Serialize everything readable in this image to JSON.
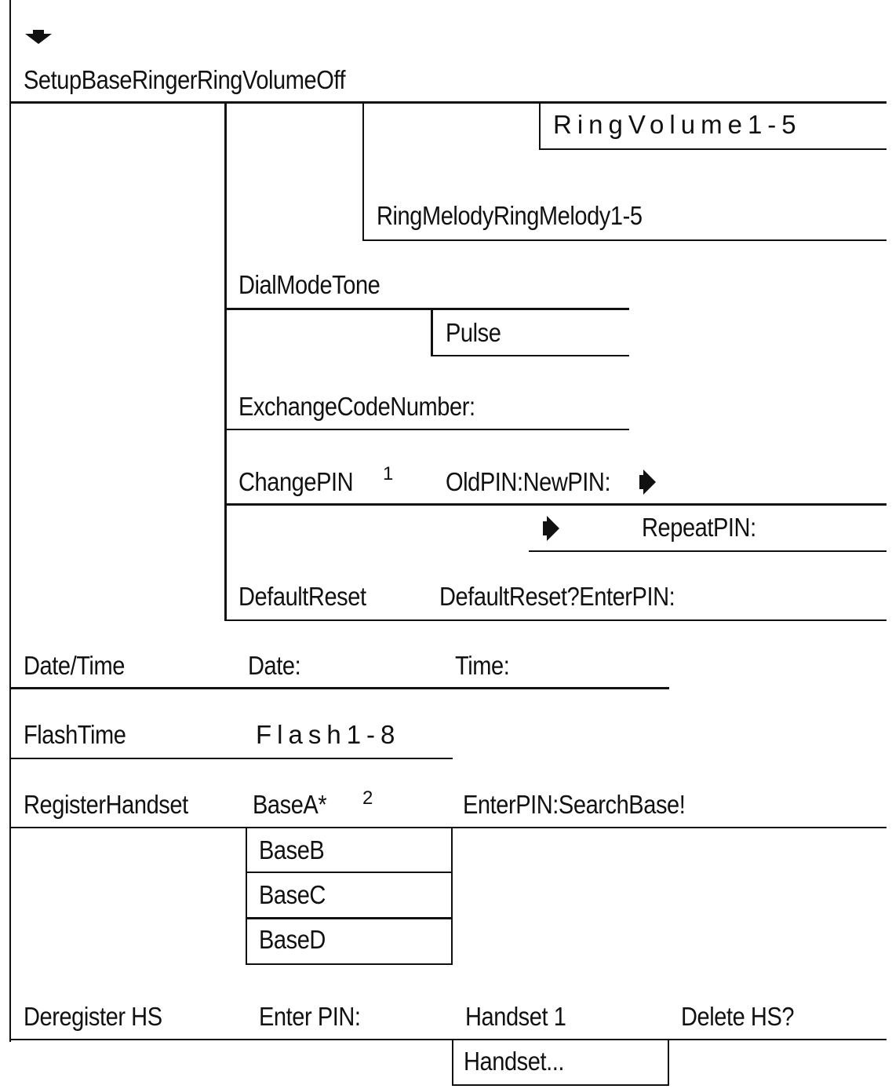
{
  "menu": {
    "setup": "SetupBaseRingerRingVolumeOff",
    "ring_volume": "RingVolume1-5",
    "ring_melody": "RingMelodyRingMelody1-5",
    "dial_mode": "DialModeTone",
    "pulse": "Pulse",
    "exchange_code": "ExchangeCodeNumber:",
    "change_pin": "ChangePIN",
    "change_pin_note": "1",
    "old_new_pin": "OldPIN:NewPIN:",
    "repeat_pin": "RepeatPIN:",
    "default_reset": "DefaultReset",
    "default_reset_prompt": "DefaultReset?EnterPIN:",
    "date_time": "Date/Time",
    "date": "Date:",
    "time": "Time:",
    "flash_time": "FlashTime",
    "flash_values": "Flash1-8",
    "register_handset": "RegisterHandset",
    "base_a": "BaseA*",
    "base_a_note": "2",
    "enter_pin_search": "EnterPIN:SearchBase!",
    "base_b": "BaseB",
    "base_c": "BaseC",
    "base_d": "BaseD",
    "deregister_hs": "Deregister HS",
    "enter_pin": "Enter PIN:",
    "handset_1": "Handset 1",
    "delete_hs": "Delete HS?",
    "handset_more": "Handset..."
  },
  "icons": {
    "top": "down-arrow-icon",
    "pin_continue_1": "right-arrow-icon",
    "pin_continue_2": "right-arrow-icon"
  }
}
